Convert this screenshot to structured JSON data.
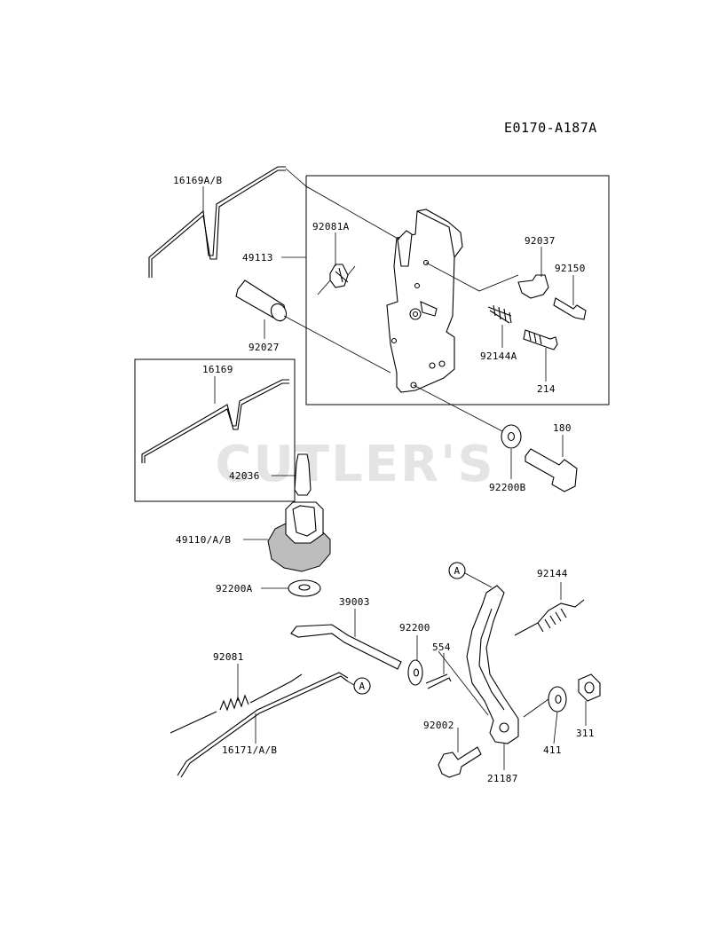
{
  "diagram_code": "E0170-A187A",
  "watermark": "CUTLER'S",
  "callout_letter": "A",
  "parts": [
    {
      "label": "16169A/B"
    },
    {
      "label": "92081A"
    },
    {
      "label": "49113"
    },
    {
      "label": "92037"
    },
    {
      "label": "92150"
    },
    {
      "label": "92027"
    },
    {
      "label": "92144A"
    },
    {
      "label": "214"
    },
    {
      "label": "16169"
    },
    {
      "label": "180"
    },
    {
      "label": "42036"
    },
    {
      "label": "92200B"
    },
    {
      "label": "49110/A/B"
    },
    {
      "label": "92144"
    },
    {
      "label": "92200A"
    },
    {
      "label": "39003"
    },
    {
      "label": "92200"
    },
    {
      "label": "554"
    },
    {
      "label": "92081"
    },
    {
      "label": "92002"
    },
    {
      "label": "311"
    },
    {
      "label": "411"
    },
    {
      "label": "16171/A/B"
    },
    {
      "label": "21187"
    }
  ]
}
